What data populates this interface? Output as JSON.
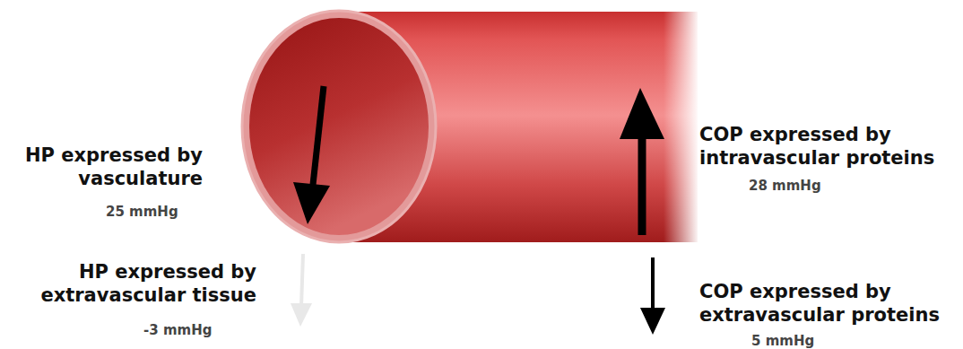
{
  "diagram": {
    "labels": [
      "HP expressed by vasculature",
      "25 mmHg",
      "HP expressed by extravascular tissue",
      "-3 mmHg",
      "COP expressed by intravascular proteins",
      "28 mmHg",
      "COP expressed by extravascular proteins",
      "5 mmHg"
    ]
  }
}
